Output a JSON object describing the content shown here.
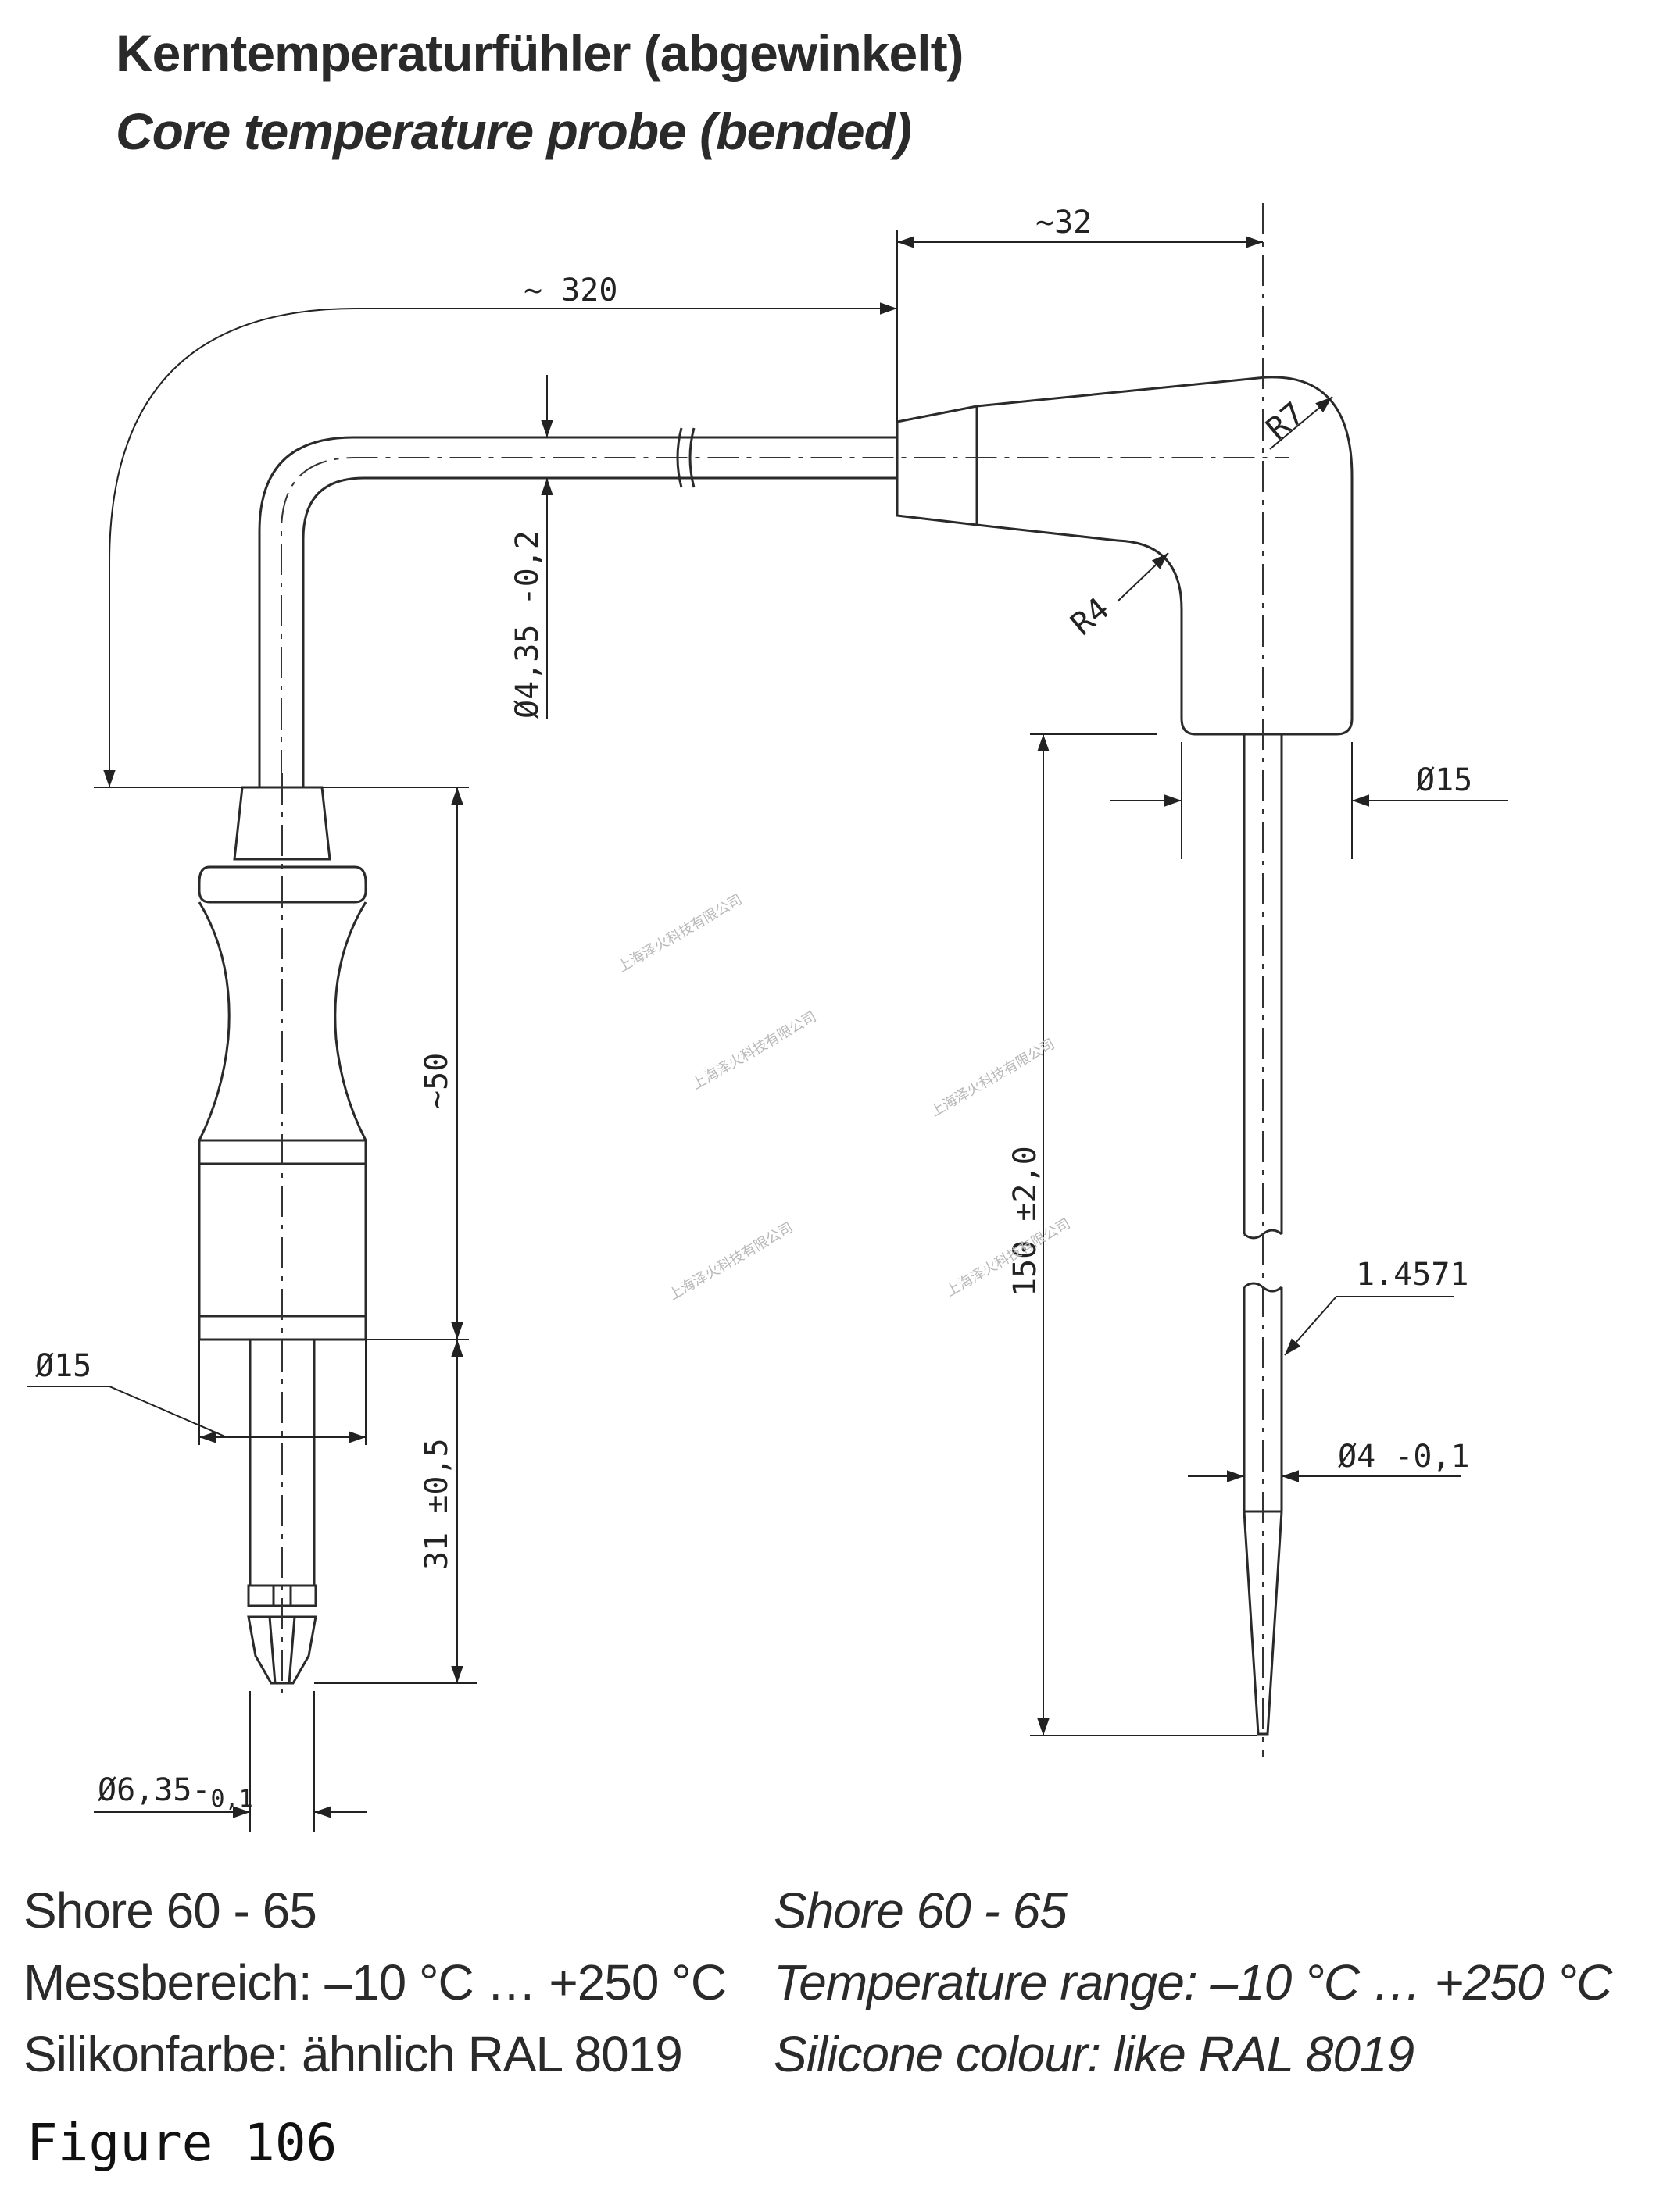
{
  "header": {
    "title_de": "Kerntemperaturfühler (abgewinkelt)",
    "title_en": "Core temperature probe (bended)"
  },
  "dimensions": {
    "cable_length": "~ 320",
    "head_length": "~32",
    "cable_diameter": "Ø4,35 -0,2",
    "radius_large": "R7",
    "radius_small": "R4",
    "handle_diameter_right": "Ø15",
    "probe_length": "150 ±2,0",
    "material": "1.4571",
    "probe_diameter": "Ø4 -0,1",
    "handle_length": "~50",
    "handle_diameter_left": "Ø15",
    "plug_length": "31 ±0,5",
    "plug_diameter_main": "Ø6,35-",
    "plug_diameter_tol": "0,1"
  },
  "watermark": "上海泽火科技有限公司",
  "specs_de": [
    "Shore 60 - 65",
    "Messbereich: –10 °C … +250 °C",
    "Silikonfarbe: ähnlich RAL 8019"
  ],
  "specs_en": [
    "Shore 60 - 65",
    "Temperature range: –10 °C … +250 °C",
    "Silicone colour: like RAL 8019"
  ],
  "caption": "Figure 106"
}
